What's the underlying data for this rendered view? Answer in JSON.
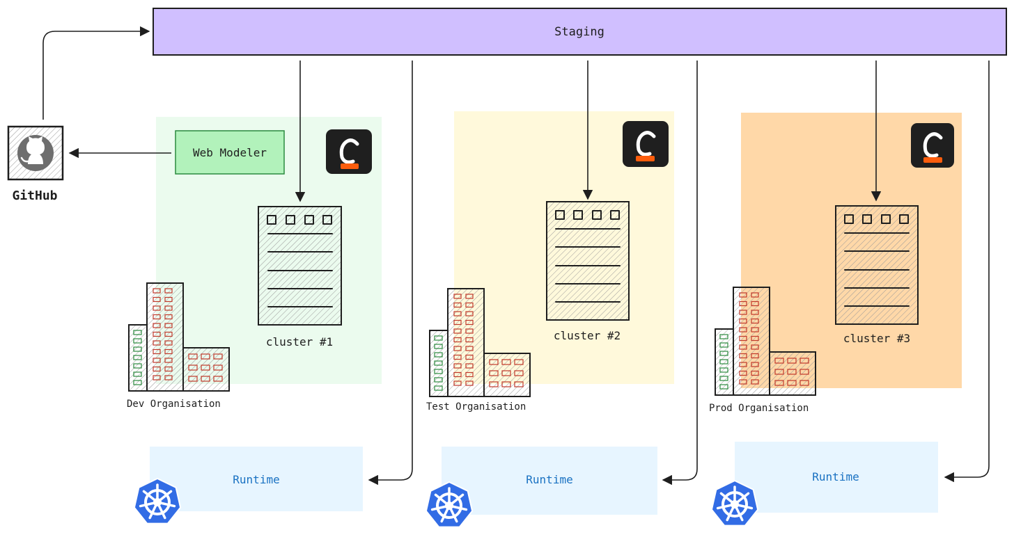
{
  "staging": {
    "label": "Staging",
    "fill": "#d0bfff"
  },
  "github": {
    "label": "GitHub",
    "icon": "github-icon"
  },
  "web_modeler": {
    "label": "Web Modeler",
    "fill": "#b2f2bb"
  },
  "organisations": [
    {
      "name": "Dev Organisation",
      "cluster": "cluster #1",
      "zone_fill": "#ebfbee",
      "runtime": "Runtime",
      "logo_icon": "camunda-logo-icon",
      "runtime_icon": "kubernetes-icon"
    },
    {
      "name": "Test Organisation",
      "cluster": "cluster #2",
      "zone_fill": "#fff9db",
      "runtime": "Runtime",
      "logo_icon": "camunda-logo-icon",
      "runtime_icon": "kubernetes-icon"
    },
    {
      "name": "Prod Organisation",
      "cluster": "cluster #3",
      "zone_fill": "#ffd8a8",
      "runtime": "Runtime",
      "logo_icon": "camunda-logo-icon",
      "runtime_icon": "kubernetes-icon"
    }
  ],
  "colors": {
    "runtime_fill": "#e7f5ff",
    "runtime_text": "#1971c2",
    "kubernetes": "#326ce5",
    "camunda_dark": "#1f1f1f",
    "camunda_accent": "#fc5d0d"
  }
}
